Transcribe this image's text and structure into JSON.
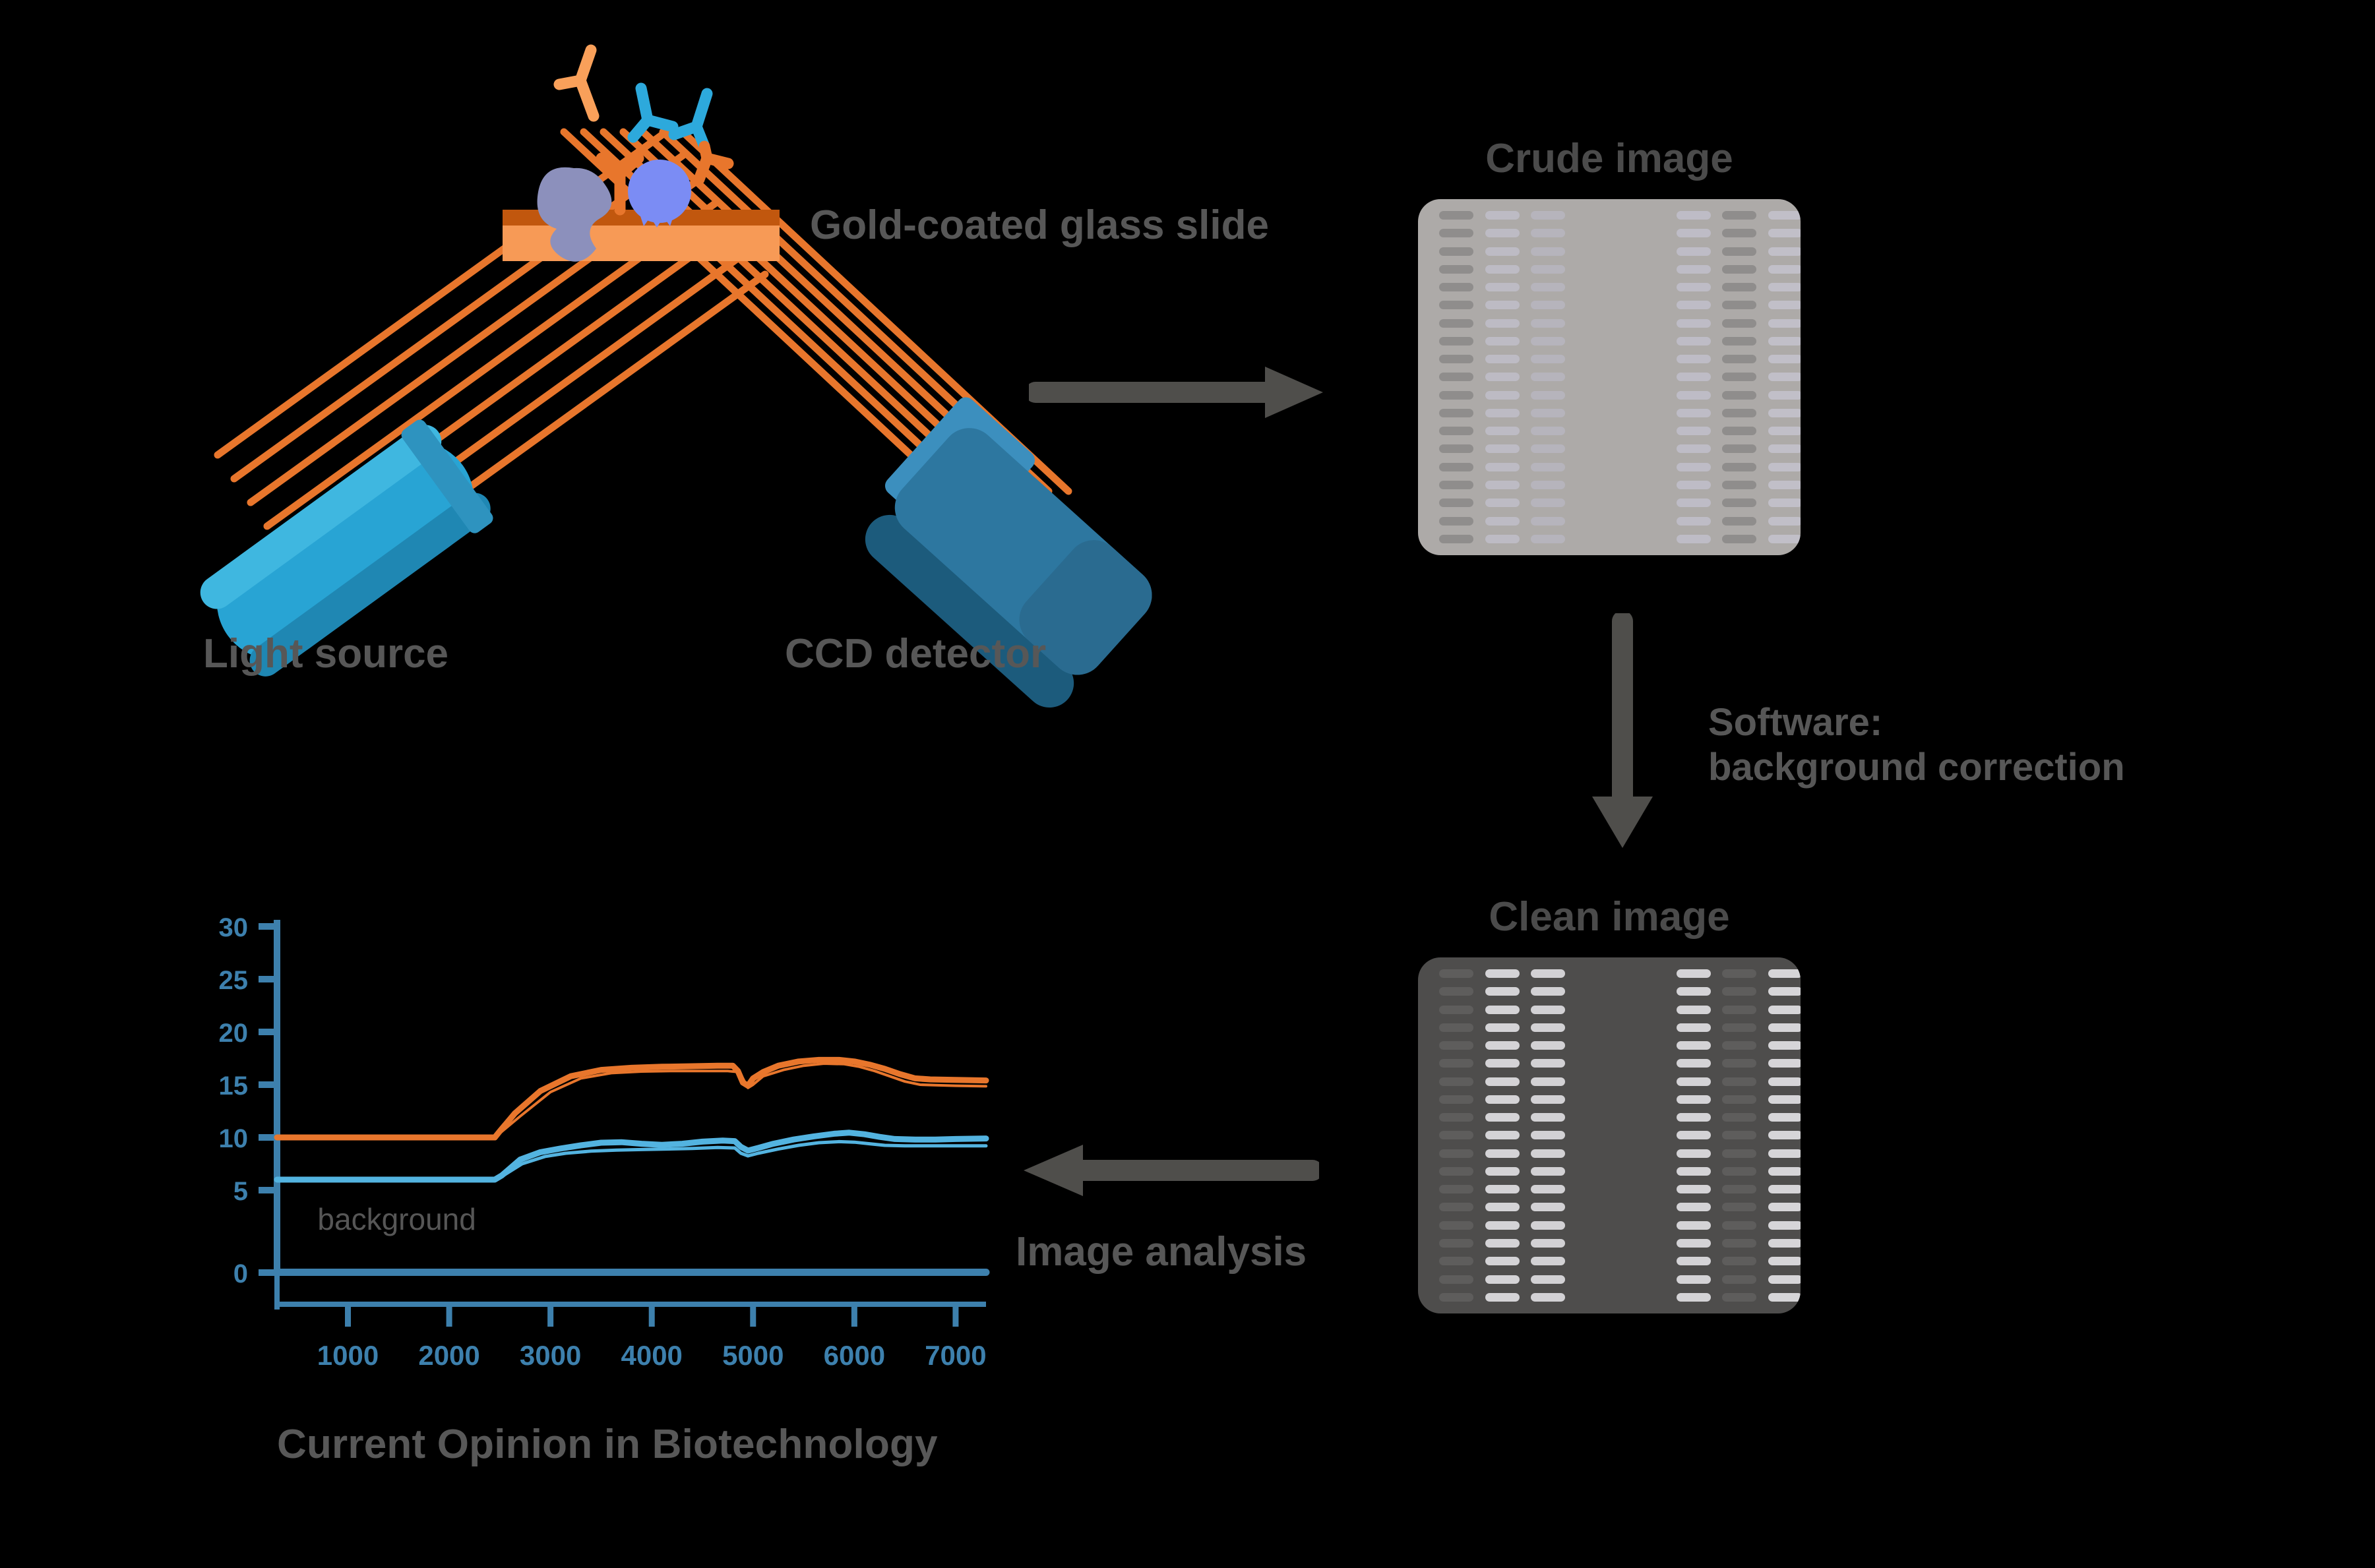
{
  "figure": {
    "caption": "Current Opinion in Biotechnology",
    "background_color": "#000000"
  },
  "instrument": {
    "light_source_label": "Light source",
    "ccd_detector_label": "CCD detector",
    "slide_label": "Gold-coated glass slide",
    "colors": {
      "beam": "#E8762C",
      "slide_top": "#C1570E",
      "slide_body": "#F79A56",
      "light_source": "#28A4D4",
      "ccd_detector": "#2D77A0"
    },
    "beam_ray_count": 7,
    "antibodies": [
      {
        "id": "free-antibody-1",
        "color": "#F9A05A",
        "state": "free"
      },
      {
        "id": "free-antibody-2",
        "color": "#2DA9DC",
        "state": "free"
      },
      {
        "id": "free-antibody-3",
        "color": "#2DA9DC",
        "state": "free"
      },
      {
        "id": "free-antibody-4",
        "color": "#E8762C",
        "state": "free"
      },
      {
        "id": "bound-antibody-1",
        "color": "#E8762C",
        "state": "bound"
      }
    ],
    "analytes": [
      {
        "id": "analyte-gray",
        "color": "#8C90BC"
      },
      {
        "id": "analyte-blue",
        "color": "#7B8CF4"
      }
    ]
  },
  "flow": {
    "arrow_capture_name": "capture-arrow",
    "arrow_software_name": "software-arrow",
    "arrow_analysis_name": "analysis-arrow",
    "software_line1": "Software:",
    "software_line2": "background correction",
    "analysis_label": "Image analysis",
    "arrow_color": "#4F4E4B"
  },
  "crude_image": {
    "title": "Crude image",
    "box_color": "#ADAAA8",
    "spot_colors": [
      "#8F8D8C",
      "#BDBBC4",
      "#B6B4BC",
      "#BEBCC6",
      "#8F8D8C",
      "#C1BFC8"
    ],
    "rows": 19,
    "columns": 6
  },
  "clean_image": {
    "title": "Clean image",
    "box_color": "#4E4D4C",
    "spot_colors": [
      "#5E5D5C",
      "#D4D3D6",
      "#D2D1D4",
      "#D4D3D6",
      "#5E5D5C",
      "#D6D5D8"
    ],
    "rows": 19,
    "columns": 6
  },
  "chart_data": {
    "type": "line",
    "title": "",
    "xlabel": "",
    "ylabel": "",
    "xlim": [
      300,
      7300
    ],
    "ylim": [
      0,
      30
    ],
    "grid": false,
    "legend": false,
    "annotation": "background",
    "x_ticks": [
      1000,
      2000,
      3000,
      4000,
      5000,
      6000,
      7000
    ],
    "y_ticks": [
      0,
      5,
      10,
      15,
      20,
      25,
      30
    ],
    "axis_color": "#3D80AD",
    "series": [
      {
        "name": "orange-upper",
        "color": "#E8762C",
        "width": 9,
        "x": [
          300,
          2450,
          2500,
          2650,
          2900,
          3200,
          3500,
          3800,
          4100,
          4400,
          4650,
          4800,
          4850,
          4900,
          4950,
          5000,
          5100,
          5250,
          5450,
          5650,
          5850,
          6000,
          6150,
          6300,
          6450,
          6600,
          6750,
          7000,
          7300
        ],
        "y": [
          10.0,
          10.0,
          10.6,
          12.3,
          14.4,
          15.8,
          16.4,
          16.6,
          16.7,
          16.75,
          16.8,
          16.8,
          16.3,
          15.2,
          14.9,
          15.6,
          16.2,
          16.8,
          17.2,
          17.35,
          17.35,
          17.2,
          16.9,
          16.5,
          16.0,
          15.6,
          15.5,
          15.45,
          15.4
        ]
      },
      {
        "name": "orange-lower",
        "color": "#E8762C",
        "width": 4,
        "x": [
          300,
          2450,
          2500,
          2700,
          3000,
          3300,
          3600,
          3900,
          4200,
          4500,
          4750,
          4850,
          4900,
          4950,
          5000,
          5100,
          5300,
          5500,
          5700,
          5900,
          6050,
          6200,
          6350,
          6500,
          6650,
          6800,
          7000,
          7300
        ],
        "y": [
          10.0,
          10.0,
          10.4,
          12.0,
          14.3,
          15.6,
          16.1,
          16.25,
          16.3,
          16.3,
          16.3,
          16.2,
          15.6,
          14.7,
          15.0,
          15.8,
          16.4,
          16.8,
          17.0,
          16.95,
          16.7,
          16.3,
          15.8,
          15.3,
          15.0,
          14.95,
          14.9,
          14.85
        ]
      },
      {
        "name": "blue-upper",
        "color": "#53B3E0",
        "width": 9,
        "x": [
          300,
          2450,
          2520,
          2700,
          2900,
          3100,
          3300,
          3500,
          3700,
          3900,
          4100,
          4300,
          4500,
          4700,
          4820,
          4880,
          4950,
          5050,
          5200,
          5400,
          5600,
          5800,
          5950,
          6100,
          6250,
          6400,
          6600,
          6800,
          7000,
          7300
        ],
        "y": [
          6.0,
          6.0,
          6.4,
          7.9,
          8.6,
          8.95,
          9.25,
          9.5,
          9.55,
          9.4,
          9.3,
          9.4,
          9.6,
          9.7,
          9.65,
          9.1,
          8.75,
          9.0,
          9.4,
          9.8,
          10.1,
          10.35,
          10.45,
          10.3,
          10.05,
          9.85,
          9.8,
          9.8,
          9.85,
          9.9
        ]
      },
      {
        "name": "blue-lower",
        "color": "#53B3E0",
        "width": 5,
        "x": [
          300,
          2450,
          2520,
          2720,
          2950,
          3150,
          3400,
          3650,
          3900,
          4150,
          4400,
          4650,
          4820,
          4880,
          4950,
          5050,
          5250,
          5450,
          5650,
          5850,
          6000,
          6150,
          6300,
          6500,
          6700,
          6900,
          7100,
          7300
        ],
        "y": [
          6.0,
          6.0,
          6.3,
          7.5,
          8.2,
          8.5,
          8.7,
          8.8,
          8.85,
          8.9,
          8.95,
          9.05,
          9.0,
          8.5,
          8.25,
          8.5,
          8.9,
          9.25,
          9.5,
          9.6,
          9.55,
          9.4,
          9.25,
          9.2,
          9.2,
          9.2,
          9.2,
          9.2
        ]
      },
      {
        "name": "background",
        "color": "#3D80AD",
        "width": 11,
        "x": [
          300,
          7300
        ],
        "y": [
          0.02,
          0.02
        ]
      }
    ]
  }
}
